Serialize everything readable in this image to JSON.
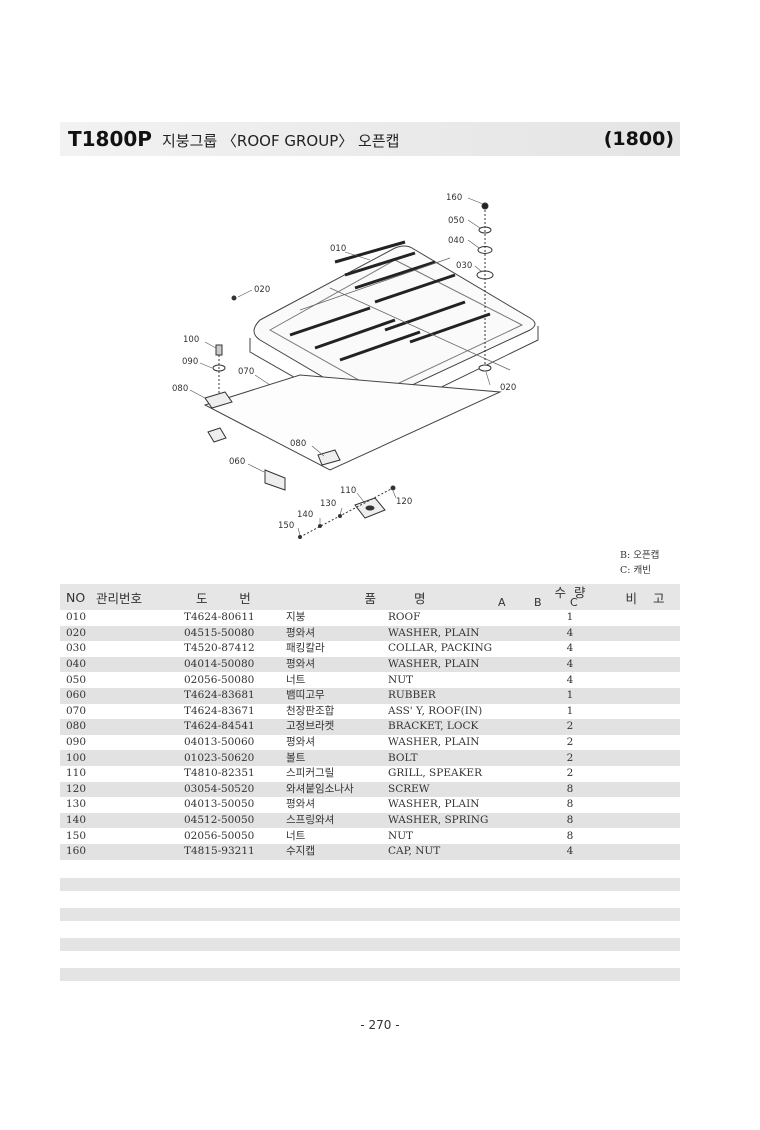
{
  "header": {
    "model": "T1800P",
    "group_title": "지붕그룹 〈ROOF GROUP〉 오픈캡",
    "serial": "(1800)"
  },
  "diagram_labels": {
    "l160": "160",
    "l050": "050",
    "l040": "040",
    "l030": "030",
    "l010": "010",
    "l020a": "020",
    "l020b": "020",
    "l100": "100",
    "l090": "090",
    "l070": "070",
    "l080a": "080",
    "l080b": "080",
    "l060": "060",
    "l110": "110",
    "l120": "120",
    "l130": "130",
    "l140": "140",
    "l150": "150"
  },
  "legend": {
    "b": "B: 오픈캡",
    "c": "C: 캐빈"
  },
  "table": {
    "headers": {
      "no": "NO",
      "mgmt": "관리번호",
      "part_no": "도        번",
      "name_l": "품",
      "name_r": "명",
      "qty": "수  량",
      "qa": "A",
      "qb": "B",
      "qc": "C",
      "remarks": "비    고"
    },
    "rows": [
      {
        "no": "010",
        "part": "T4624-80611",
        "kor": "지붕",
        "eng": "ROOF",
        "qty": "1"
      },
      {
        "no": "020",
        "part": "04515-50080",
        "kor": "평와셔",
        "eng": "WASHER, PLAIN",
        "qty": "4"
      },
      {
        "no": "030",
        "part": "T4520-87412",
        "kor": "패킹칼라",
        "eng": "COLLAR, PACKING",
        "qty": "4"
      },
      {
        "no": "040",
        "part": "04014-50080",
        "kor": "평와셔",
        "eng": "WASHER, PLAIN",
        "qty": "4"
      },
      {
        "no": "050",
        "part": "02056-50080",
        "kor": "너트",
        "eng": "NUT",
        "qty": "4"
      },
      {
        "no": "060",
        "part": "T4624-83681",
        "kor": "뱀띠고무",
        "eng": "RUBBER",
        "qty": "1"
      },
      {
        "no": "070",
        "part": "T4624-83671",
        "kor": "천장판조합",
        "eng": "ASS' Y, ROOF(IN)",
        "qty": "1"
      },
      {
        "no": "080",
        "part": "T4624-84541",
        "kor": "고정브라켓",
        "eng": "BRACKET, LOCK",
        "qty": "2"
      },
      {
        "no": "090",
        "part": "04013-50060",
        "kor": "평와셔",
        "eng": "WASHER, PLAIN",
        "qty": "2"
      },
      {
        "no": "100",
        "part": "01023-50620",
        "kor": "볼트",
        "eng": "BOLT",
        "qty": "2"
      },
      {
        "no": "110",
        "part": "T4810-82351",
        "kor": "스피커그릴",
        "eng": "GRILL, SPEAKER",
        "qty": "2"
      },
      {
        "no": "120",
        "part": "03054-50520",
        "kor": "와셔붙임소나사",
        "eng": "SCREW",
        "qty": "8"
      },
      {
        "no": "130",
        "part": "04013-50050",
        "kor": "평와셔",
        "eng": "WASHER, PLAIN",
        "qty": "8"
      },
      {
        "no": "140",
        "part": "04512-50050",
        "kor": "스프링와셔",
        "eng": "WASHER, SPRING",
        "qty": "8"
      },
      {
        "no": "150",
        "part": "02056-50050",
        "kor": "너트",
        "eng": "NUT",
        "qty": "8"
      },
      {
        "no": "160",
        "part": "T4815-93211",
        "kor": "수지캡",
        "eng": "CAP, NUT",
        "qty": "4"
      }
    ]
  },
  "page_number": "- 270 -"
}
